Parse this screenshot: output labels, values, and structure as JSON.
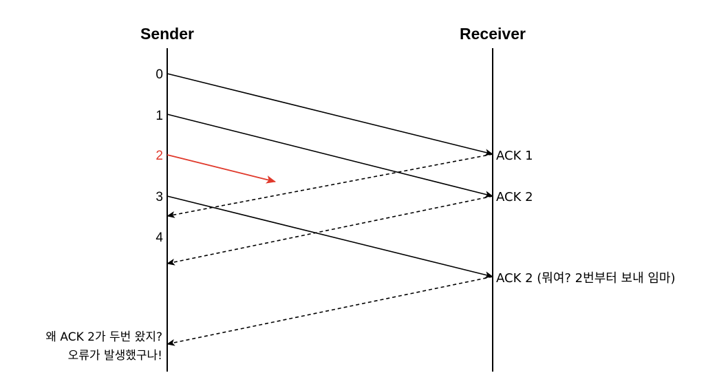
{
  "colors": {
    "ink": "#000000",
    "lost": "#e0392b",
    "background": "#ffffff"
  },
  "headers": {
    "sender": "Sender",
    "receiver": "Receiver"
  },
  "sequence_numbers": [
    {
      "label": "0",
      "lost": false
    },
    {
      "label": "1",
      "lost": false
    },
    {
      "label": "2",
      "lost": true
    },
    {
      "label": "3",
      "lost": false
    },
    {
      "label": "4",
      "lost": false
    }
  ],
  "receiver_acks": [
    {
      "label": "ACK 1"
    },
    {
      "label": "ACK 2"
    },
    {
      "label": "ACK 2 (뭐여? 2번부터 보내 임마)"
    }
  ],
  "sender_note": {
    "line1": "왜 ACK 2가 두번 왔지?",
    "line2": "오류가 발생했구나!"
  },
  "messages": [
    {
      "from": "sender",
      "seq": "0",
      "to": "receiver",
      "style": "solid",
      "delivered": true
    },
    {
      "from": "sender",
      "seq": "1",
      "to": "receiver",
      "style": "solid",
      "delivered": true
    },
    {
      "from": "sender",
      "seq": "2",
      "to": "receiver",
      "style": "lost",
      "delivered": false
    },
    {
      "from": "sender",
      "seq": "3",
      "to": "receiver",
      "style": "solid",
      "delivered": true
    },
    {
      "from": "receiver",
      "ack": "ACK 1",
      "to": "sender",
      "style": "dashed"
    },
    {
      "from": "receiver",
      "ack": "ACK 2",
      "to": "sender",
      "style": "dashed"
    },
    {
      "from": "receiver",
      "ack": "ACK 2",
      "to": "sender",
      "style": "dashed"
    }
  ]
}
